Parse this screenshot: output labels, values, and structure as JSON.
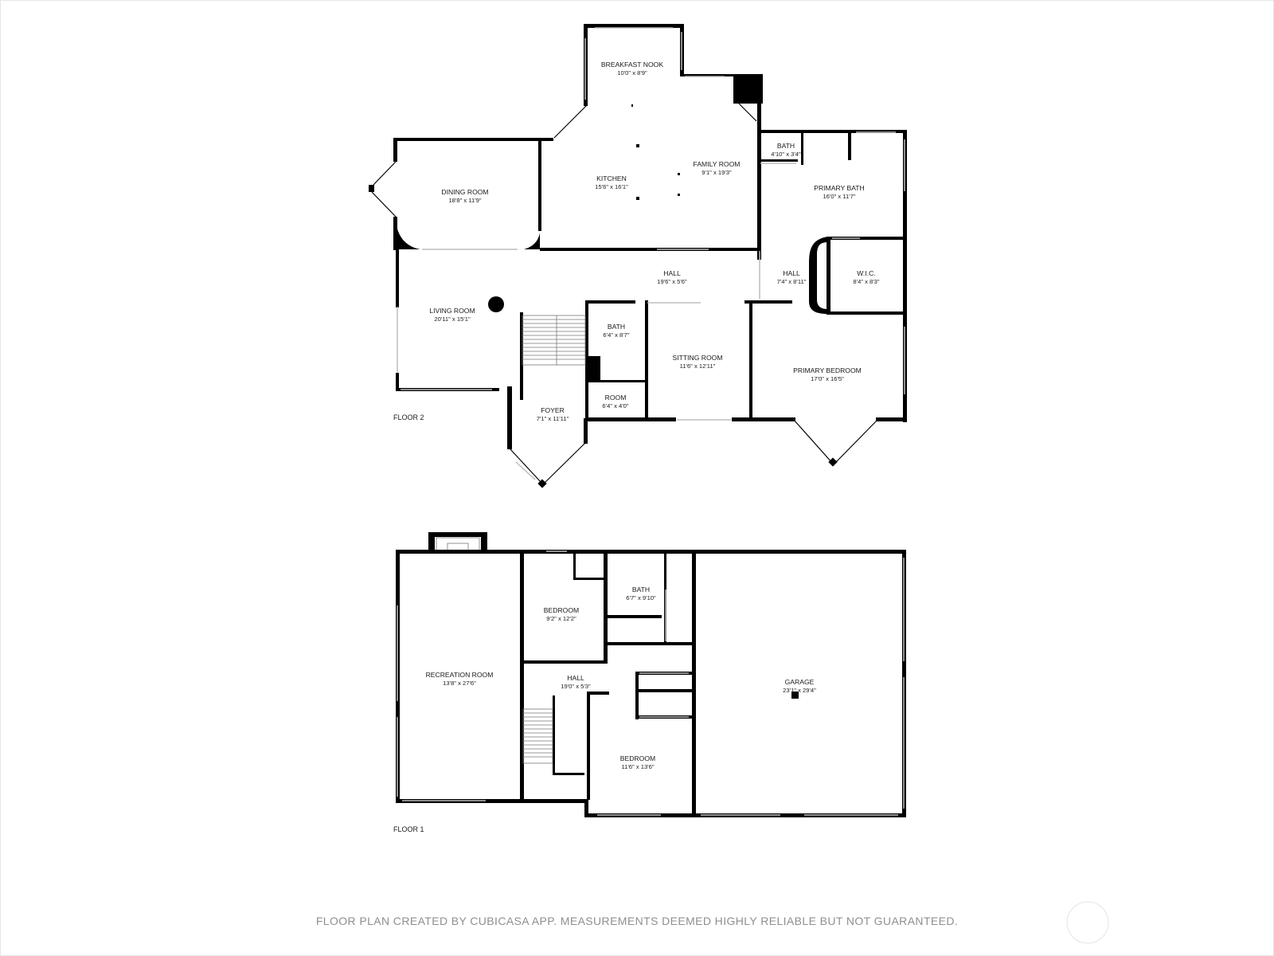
{
  "floors": [
    {
      "label": "FLOOR 2",
      "rooms": [
        {
          "id": "breakfast-nook",
          "name": "BREAKFAST NOOK",
          "dims": "10'0\" x 8'9\""
        },
        {
          "id": "kitchen",
          "name": "KITCHEN",
          "dims": "15'6\" x 16'1\""
        },
        {
          "id": "family-room",
          "name": "FAMILY ROOM",
          "dims": "9'1\" x 19'3\""
        },
        {
          "id": "dining-room",
          "name": "DINING ROOM",
          "dims": "18'8\" x 11'9\""
        },
        {
          "id": "bath-small",
          "name": "BATH",
          "dims": "4'10\" x 3'4\""
        },
        {
          "id": "primary-bath",
          "name": "PRIMARY BATH",
          "dims": "16'0\" x 11'7\""
        },
        {
          "id": "hall-main",
          "name": "HALL",
          "dims": "19'6\" x 5'6\""
        },
        {
          "id": "hall-primary",
          "name": "HALL",
          "dims": "7'4\" x 8'11\""
        },
        {
          "id": "wic",
          "name": "W.I.C.",
          "dims": "8'4\" x 8'3\""
        },
        {
          "id": "living-room",
          "name": "LIVING ROOM",
          "dims": "20'11\" x 15'1\""
        },
        {
          "id": "bath-hall",
          "name": "BATH",
          "dims": "6'4\" x 8'7\""
        },
        {
          "id": "sitting-room",
          "name": "SITTING ROOM",
          "dims": "11'6\" x 12'11\""
        },
        {
          "id": "primary-bedroom",
          "name": "PRIMARY BEDROOM",
          "dims": "17'0\" x 16'5\""
        },
        {
          "id": "room",
          "name": "ROOM",
          "dims": "6'4\" x 4'0\""
        },
        {
          "id": "foyer",
          "name": "FOYER",
          "dims": "7'1\" x 11'11\""
        }
      ]
    },
    {
      "label": "FLOOR 1",
      "rooms": [
        {
          "id": "bedroom-upper",
          "name": "BEDROOM",
          "dims": "9'2\" x 12'2\""
        },
        {
          "id": "bath-lower",
          "name": "BATH",
          "dims": "6'7\" x 9'10\""
        },
        {
          "id": "recreation-room",
          "name": "RECREATION ROOM",
          "dims": "13'8\" x 27'6\""
        },
        {
          "id": "hall-lower",
          "name": "HALL",
          "dims": "19'0\" x 5'3\""
        },
        {
          "id": "garage",
          "name": "GARAGE",
          "dims": "23'1\" x 29'4\""
        },
        {
          "id": "bedroom-lower",
          "name": "BEDROOM",
          "dims": "11'6\" x 13'6\""
        }
      ]
    }
  ],
  "disclaimer": "FLOOR PLAN CREATED BY CUBICASA APP. MEASUREMENTS DEEMED HIGHLY RELIABLE BUT NOT GUARANTEED."
}
